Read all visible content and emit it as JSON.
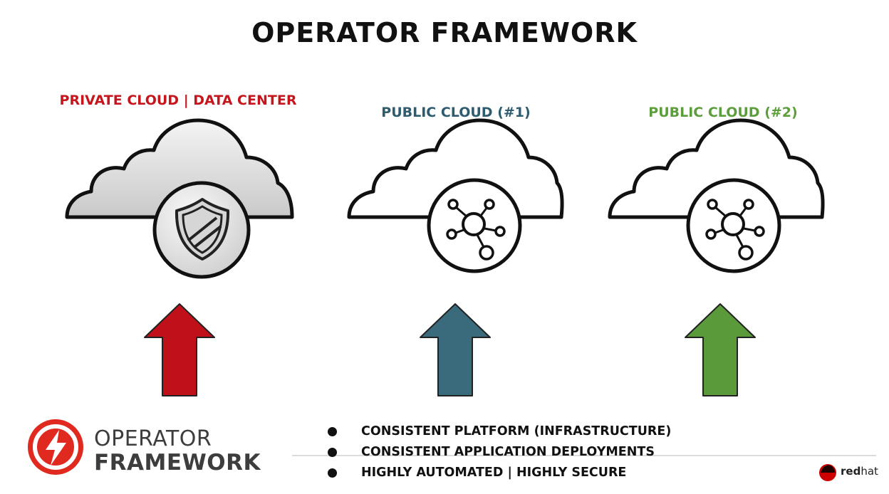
{
  "title": "OPERATOR FRAMEWORK",
  "clouds": [
    {
      "label": "PRIVATE CLOUD | DATA CENTER",
      "color": "#c5161d",
      "icon": "shield-icon"
    },
    {
      "label": "PUBLIC CLOUD (#1)",
      "color": "#2e5c6e",
      "icon": "network-hub-icon"
    },
    {
      "label": "PUBLIC CLOUD (#2)",
      "color": "#5c9e3c",
      "icon": "network-hub-icon"
    }
  ],
  "arrow_colors": {
    "private": "#c0111a",
    "public1": "#3a6b7c",
    "public2": "#5a9a3a"
  },
  "bullets": [
    "CONSISTENT PLATFORM (INFRASTRUCTURE)",
    "CONSISTENT APPLICATION DEPLOYMENTS",
    "HIGHLY AUTOMATED | HIGHLY SECURE"
  ],
  "logo": {
    "line1": "OPERATOR",
    "line2": "FRAMEWORK",
    "color": "#e02a20"
  },
  "brand": {
    "part1": "red",
    "part2": "hat"
  }
}
